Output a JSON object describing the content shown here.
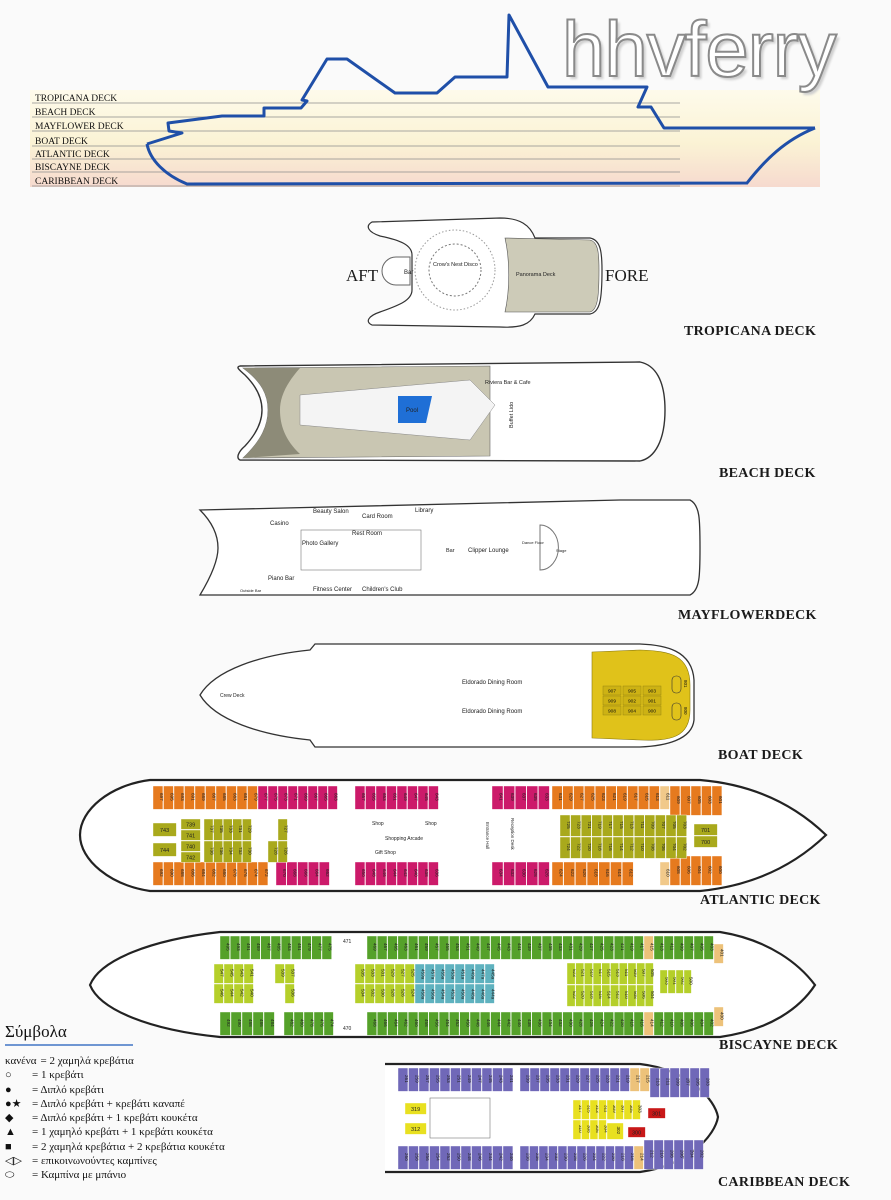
{
  "watermark": "hhvferry",
  "profile": {
    "decks": [
      "TROPICANA DECK",
      "BEACH DECK",
      "MAYFLOWER DECK",
      "BOAT DECK",
      "ATLANTIC DECK",
      "BISCAYNE DECK",
      "CARIBBEAN DECK"
    ],
    "outline_color": "#1f4fa8"
  },
  "directions": {
    "aft": "AFT",
    "fore": "FORE"
  },
  "decks": {
    "tropicana": {
      "title": "TROPICANA DECK",
      "rooms": [
        "Bar",
        "Crow's Nest Disco",
        "Panorama Deck"
      ]
    },
    "beach": {
      "title": "BEACH DECK",
      "rooms": [
        "Pool",
        "Riviera Bar & Cafe",
        "Buffet Lido"
      ]
    },
    "mayflower": {
      "title": "MAYFLOWERDECK",
      "rooms": [
        "Beauty Salon",
        "Card Room",
        "Library",
        "Casino",
        "Rest Room",
        "Photo Gallery",
        "Bar",
        "Clipper Lounge",
        "Dance Floor",
        "Stage",
        "Piano Bar",
        "Outside Bar",
        "Fitness Center",
        "Children's Club"
      ]
    },
    "boat": {
      "title": "BOAT DECK",
      "rooms": [
        "Crew Deck",
        "Eldorado Dining Room",
        "Eldorado Dining Room"
      ],
      "cabins": [
        [
          "907",
          "909",
          "908"
        ],
        [
          "905",
          "902",
          "904"
        ],
        [
          "903",
          "901",
          "900"
        ]
      ],
      "suites": [
        "801",
        "800"
      ]
    },
    "atlantic": {
      "title": "ATLANTIC DECK",
      "rooms": [
        "Shop",
        "Shop",
        "Shopping Arcade",
        "Gift Shop",
        "Reception Desk",
        "Entrance Hall"
      ],
      "segments": [
        {
          "color": "#e67a1e",
          "nums": [
            "697",
            "695",
            "693",
            "691",
            "689",
            "687",
            "685",
            "683",
            "681",
            "679"
          ]
        },
        {
          "color": "#cc1a6a",
          "nums": [
            "677",
            "675",
            "673",
            "671",
            "669",
            "667",
            "665",
            "663"
          ]
        },
        {
          "color": "#cc1a6a",
          "nums": [
            "657",
            "655",
            "653",
            "651",
            "649",
            "647",
            "645",
            "643"
          ]
        },
        {
          "color": "#cc1a6a",
          "nums": [
            "641",
            "639",
            "637",
            "635",
            "633"
          ]
        },
        {
          "color": "#e67a1e",
          "nums": [
            "631",
            "629",
            "627",
            "625",
            "623",
            "621",
            "619",
            "617",
            "615",
            "613"
          ]
        },
        {
          "color": "#f1c98a",
          "nums": [
            "611"
          ]
        },
        {
          "color": "#e67a1e",
          "nums": [
            "609",
            "607",
            "605",
            "603",
            "601"
          ]
        },
        {
          "color": "#e67a1e",
          "nums": [
            "692",
            "690",
            "688",
            "686",
            "684",
            "682",
            "680",
            "678",
            "676",
            "674",
            "672"
          ]
        },
        {
          "color": "#cc1a6a",
          "nums": [
            "670",
            "668",
            "666",
            "664",
            "662"
          ]
        },
        {
          "color": "#cc1a6a",
          "nums": [
            "650",
            "648",
            "646",
            "644",
            "642",
            "640",
            "638",
            "636"
          ]
        },
        {
          "color": "#cc1a6a",
          "nums": [
            "634",
            "632",
            "630",
            "628",
            "626"
          ]
        },
        {
          "color": "#e67a1e",
          "nums": [
            "624",
            "622",
            "620",
            "618",
            "616",
            "614",
            "612"
          ]
        },
        {
          "color": "#f1c98a",
          "nums": [
            "610"
          ]
        },
        {
          "color": "#e67a1e",
          "nums": [
            "608",
            "606",
            "604",
            "602",
            "600"
          ]
        },
        {
          "color": "#a9a91c",
          "nums": [
            "743"
          ]
        },
        {
          "color": "#a9a91c",
          "nums": [
            "744"
          ]
        },
        {
          "color": "#a9a91c",
          "nums": [
            "739",
            "741",
            "740",
            "742"
          ]
        },
        {
          "color": "#a9a91c",
          "nums": [
            "737",
            "735",
            "733",
            "731",
            "729"
          ]
        },
        {
          "color": "#a9a91c",
          "nums": [
            "738",
            "736",
            "734",
            "732",
            "730"
          ]
        },
        {
          "color": "#a9a91c",
          "nums": [
            "727"
          ]
        },
        {
          "color": "#a9a91c",
          "nums": [
            "728",
            "726"
          ]
        },
        {
          "color": "#a9a91c",
          "nums": [
            "725",
            "723",
            "721",
            "719",
            "717",
            "715",
            "713",
            "711",
            "709",
            "707",
            "705",
            "703"
          ]
        },
        {
          "color": "#a9a91c",
          "nums": [
            "724",
            "722",
            "720",
            "718",
            "716",
            "714",
            "712",
            "710",
            "708",
            "706",
            "704",
            "702"
          ]
        },
        {
          "color": "#a9a91c",
          "nums": [
            "701",
            "700"
          ]
        }
      ]
    },
    "biscayne": {
      "title": "BISCAYNE DECK",
      "labels": [
        "471",
        "470"
      ],
      "segments": [
        {
          "color": "#55a12a",
          "nums": [
            "495",
            "493",
            "491",
            "489",
            "487",
            "485",
            "483",
            "481",
            "479",
            "477",
            "475"
          ]
        },
        {
          "color": "#55a12a",
          "nums": [
            "469",
            "467",
            "465",
            "463",
            "461",
            "459",
            "457",
            "455",
            "453",
            "451",
            "449",
            "447",
            "445",
            "443",
            "441",
            "439",
            "437",
            "435",
            "433",
            "431",
            "429",
            "427",
            "425",
            "423",
            "421"
          ]
        },
        {
          "color": "#55a12a",
          "nums": [
            "419",
            "417"
          ]
        },
        {
          "color": "#edc27a",
          "nums": [
            "415"
          ]
        },
        {
          "color": "#55a12a",
          "nums": [
            "413",
            "411",
            "409",
            "407",
            "405",
            "403"
          ]
        },
        {
          "color": "#edc27a",
          "nums": [
            "401"
          ]
        },
        {
          "color": "#55a12a",
          "nums": [
            "492",
            "490",
            "488",
            "486",
            "484"
          ]
        },
        {
          "color": "#55a12a",
          "nums": [
            "482",
            "480",
            "478",
            "476",
            "474"
          ]
        },
        {
          "color": "#55a12a",
          "nums": [
            "468",
            "466",
            "464",
            "462",
            "460",
            "458",
            "456",
            "454",
            "452",
            "450",
            "448",
            "446",
            "444",
            "442",
            "440",
            "438",
            "436",
            "434",
            "432",
            "430",
            "428",
            "426",
            "424",
            "422",
            "420"
          ]
        },
        {
          "color": "#55a12a",
          "nums": [
            "418",
            "416"
          ]
        },
        {
          "color": "#edc27a",
          "nums": [
            "414"
          ]
        },
        {
          "color": "#55a12a",
          "nums": [
            "412",
            "410",
            "408",
            "406",
            "404",
            "402"
          ]
        },
        {
          "color": "#edc27a",
          "nums": [
            "400"
          ]
        },
        {
          "color": "#b5cf2a",
          "nums": [
            "547",
            "545",
            "543",
            "541"
          ]
        },
        {
          "color": "#b5cf2a",
          "nums": [
            "546",
            "544",
            "542",
            "540"
          ]
        },
        {
          "color": "#b5cf2a",
          "nums": [
            "539",
            "537"
          ]
        },
        {
          "color": "#b5cf2a",
          "nums": [
            "536"
          ]
        },
        {
          "color": "#b5cf2a",
          "nums": [
            "535",
            "533",
            "531",
            "529",
            "527",
            "525"
          ]
        },
        {
          "color": "#b5cf2a",
          "nums": [
            "534",
            "532",
            "530",
            "528",
            "526",
            "524"
          ]
        },
        {
          "color": "#5fb2bf",
          "nums": [
            "459a",
            "457a",
            "455a",
            "453a",
            "451a",
            "449a",
            "447a",
            "445a"
          ]
        },
        {
          "color": "#5fb2bf",
          "nums": [
            "458a",
            "456a",
            "454a",
            "452a",
            "450a",
            "448a",
            "446a",
            "444a"
          ]
        },
        {
          "color": "#b5cf2a",
          "nums": [
            "523",
            "521",
            "519",
            "517",
            "515",
            "513",
            "511",
            "509",
            "507",
            "505"
          ]
        },
        {
          "color": "#b5cf2a",
          "nums": [
            "522",
            "520",
            "518",
            "516",
            "514",
            "512",
            "510",
            "508",
            "506",
            "504"
          ]
        },
        {
          "color": "#b5cf2a",
          "nums": [
            "503",
            "501",
            "502",
            "500"
          ]
        }
      ]
    },
    "caribbean": {
      "title": "CARIBBEAN DECK",
      "segments": [
        {
          "color": "#7068b8",
          "nums": [
            "261",
            "259",
            "257",
            "255",
            "253",
            "251",
            "249",
            "247",
            "245",
            "243",
            "241"
          ]
        },
        {
          "color": "#7068b8",
          "nums": [
            "239",
            "237",
            "235",
            "233",
            "231",
            "229",
            "227",
            "225",
            "223",
            "221",
            "219"
          ]
        },
        {
          "color": "#edc27a",
          "nums": [
            "217",
            "215"
          ]
        },
        {
          "color": "#7068b8",
          "nums": [
            "213",
            "211",
            "209",
            "207",
            "205",
            "203"
          ]
        },
        {
          "color": "#7068b8",
          "nums": [
            "260",
            "258",
            "256",
            "254",
            "252",
            "250",
            "248",
            "246",
            "244",
            "242",
            "240"
          ]
        },
        {
          "color": "#7068b8",
          "nums": [
            "238",
            "236",
            "234",
            "232",
            "230",
            "228",
            "226",
            "224",
            "222",
            "220",
            "218",
            "216"
          ]
        },
        {
          "color": "#edc27a",
          "nums": [
            "214"
          ]
        },
        {
          "color": "#7068b8",
          "nums": [
            "212",
            "210",
            "208",
            "206",
            "204",
            "202"
          ]
        },
        {
          "color": "#e8e020",
          "nums": [
            "317",
            "315",
            "313",
            "311",
            "309",
            "307",
            "305",
            "303"
          ]
        },
        {
          "color": "#e8e020",
          "nums": [
            "310",
            "308",
            "306",
            "304"
          ]
        },
        {
          "color": "#e8e020",
          "nums": [
            "302"
          ]
        },
        {
          "color": "#c81818",
          "nums": [
            "301"
          ]
        },
        {
          "color": "#c81818",
          "nums": [
            "300"
          ]
        },
        {
          "color": "#e8e020",
          "nums": [
            "319"
          ]
        },
        {
          "color": "#e8e020",
          "nums": [
            "312"
          ]
        }
      ]
    }
  },
  "legend": {
    "title": "Σύμβολα",
    "items": [
      {
        "symbol": "κανένα",
        "text": "= 2 χαμηλά κρεβάτια"
      },
      {
        "symbol": "○",
        "text": "= 1 κρεβάτι"
      },
      {
        "symbol": "●",
        "text": "= Διπλό κρεβάτι"
      },
      {
        "symbol": "●★",
        "text": "= Διπλό κρεβάτι + κρεβάτι καναπέ"
      },
      {
        "symbol": "◆",
        "text": "= Διπλό κρεβάτι + 1 κρεβάτι κουκέτα"
      },
      {
        "symbol": "▲",
        "text": "= 1 χαμηλό κρεβάτι + 1 κρεβάτι κουκέτα"
      },
      {
        "symbol": "■",
        "text": "= 2 χαμηλά κρεβάτια + 2 κρεβάτια κουκέτα"
      },
      {
        "symbol": "◁▷",
        "text": "= επικοινωνούντες καμπίνες"
      },
      {
        "symbol": "⬭",
        "text": "= Καμπίνα με μπάνιο"
      }
    ]
  }
}
